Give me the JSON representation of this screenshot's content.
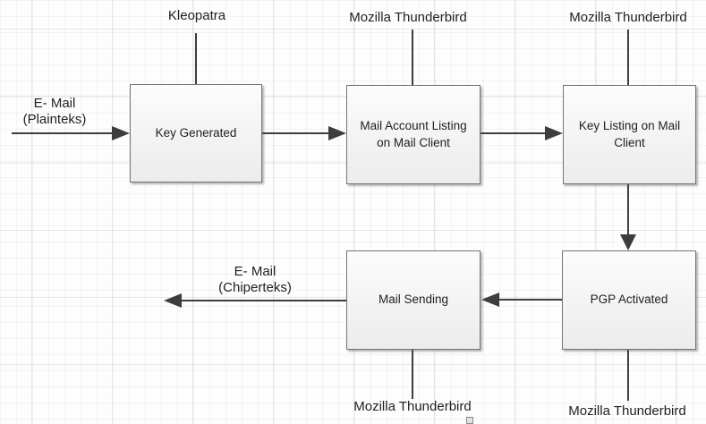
{
  "diagram": {
    "type": "flowchart",
    "nodes": [
      {
        "id": "key-generated",
        "label": "Key Generated"
      },
      {
        "id": "mail-account-listing",
        "label": "Mail Account Listing on Mail Client"
      },
      {
        "id": "key-listing",
        "label": "Key Listing on Mail Client"
      },
      {
        "id": "mail-sending",
        "label": "Mail Sending"
      },
      {
        "id": "pgp-activated",
        "label": "PGP Activated"
      }
    ],
    "tool_annotations": {
      "kleopatra": "Kleopatra",
      "thunderbird_top_account": "Mozilla Thunderbird",
      "thunderbird_top_keylist": "Mozilla Thunderbird",
      "thunderbird_bottom_sending": "Mozilla Thunderbird",
      "thunderbird_bottom_pgp": "Mozilla Thunderbird"
    },
    "io_labels": {
      "input": {
        "line1": "E- Mail",
        "line2": "(Plainteks)"
      },
      "output": {
        "line1": "E- Mail",
        "line2": "(Chiperteks)"
      }
    },
    "edges": [
      {
        "from": "input",
        "to": "key-generated",
        "direction": "right"
      },
      {
        "from": "key-generated",
        "to": "mail-account-listing",
        "direction": "right"
      },
      {
        "from": "mail-account-listing",
        "to": "key-listing",
        "direction": "right"
      },
      {
        "from": "key-listing",
        "to": "pgp-activated",
        "direction": "down"
      },
      {
        "from": "pgp-activated",
        "to": "mail-sending",
        "direction": "left"
      },
      {
        "from": "mail-sending",
        "to": "output",
        "direction": "left"
      }
    ],
    "colors": {
      "connector": "#3d3d3d",
      "box_border": "#757575",
      "box_fill_top": "#fcfcfc",
      "box_fill_bottom": "#ececec",
      "grid_minor": "#f1f1f1",
      "grid_major": "#e0e0e0",
      "text": "#1f1f1f"
    }
  }
}
